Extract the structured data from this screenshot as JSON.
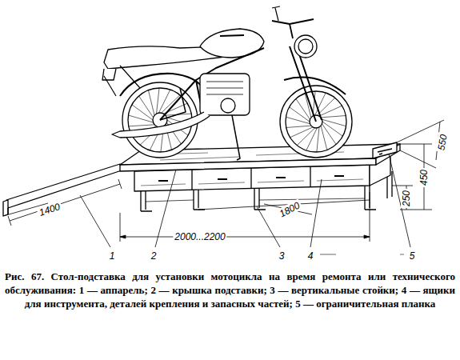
{
  "diagram": {
    "caption": "Рис. 67. Стол-подставка для установки мотоцикла на время ремонта или технического обслуживания: 1 — аппарель; 2 — крышка подставки; 3 — вертикальные стойки; 4 — ящики для инструмента, деталей крепления и запасных частей; 5 — ограничительная планка",
    "labels": [
      "550",
      "450",
      "250",
      "1400",
      "1800",
      "2000...2200",
      "1",
      "2",
      "3",
      "4",
      "5"
    ]
  }
}
